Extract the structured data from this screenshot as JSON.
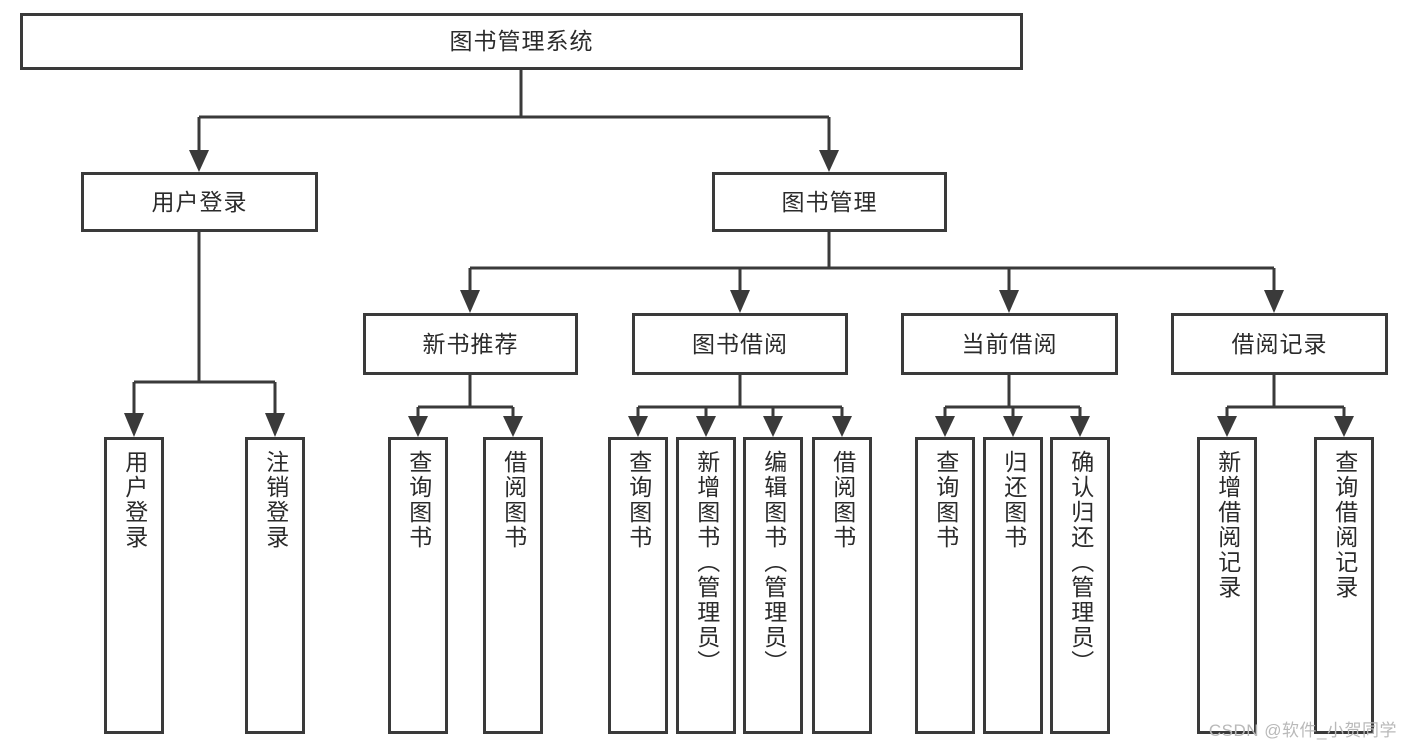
{
  "diagram": {
    "type": "tree",
    "title": "图书管理系统",
    "watermark": "CSDN @软件_小贺同学",
    "colors": {
      "stroke": "#3a3a3a",
      "text": "#2b2b2b",
      "background": "#ffffff",
      "watermark": "#b9b9b9"
    },
    "nodes": {
      "root": "图书管理系统",
      "level2": [
        "用户登录",
        "图书管理"
      ],
      "level3": [
        "新书推荐",
        "图书借阅",
        "当前借阅",
        "借阅记录"
      ],
      "leaves": {
        "user_login": [
          "用户登录",
          "注销登录"
        ],
        "new_book_recommend": [
          "查询图书",
          "借阅图书"
        ],
        "book_borrow": [
          "查询图书",
          "新增图书（管理员）",
          "编辑图书（管理员）",
          "借阅图书"
        ],
        "current_borrow": [
          "查询图书",
          "归还图书",
          "确认归还（管理员）"
        ],
        "borrow_record": [
          "新增借阅记录",
          "查询借阅记录"
        ]
      }
    }
  }
}
